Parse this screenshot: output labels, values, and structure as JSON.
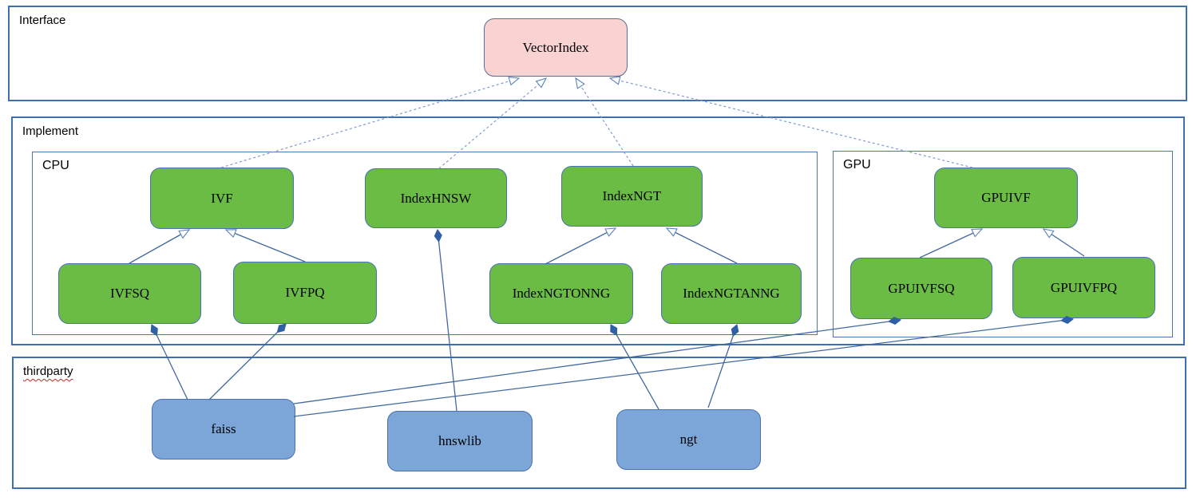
{
  "groups": {
    "interface": {
      "label": "Interface"
    },
    "implement": {
      "label": "Implement"
    },
    "cpu": {
      "label": "CPU"
    },
    "gpu": {
      "label": "GPU"
    },
    "thirdparty": {
      "label": "thirdparty"
    }
  },
  "nodes": {
    "vectorindex": {
      "label": "VectorIndex",
      "kind": "interface"
    },
    "ivf": {
      "label": "IVF",
      "kind": "cpu-implementation"
    },
    "indexhnsw": {
      "label": "IndexHNSW",
      "kind": "cpu-implementation"
    },
    "indexngt": {
      "label": "IndexNGT",
      "kind": "cpu-implementation"
    },
    "ivfsq": {
      "label": "IVFSQ",
      "kind": "cpu-implementation"
    },
    "ivfpq": {
      "label": "IVFPQ",
      "kind": "cpu-implementation"
    },
    "indexngtonng": {
      "label": "IndexNGTONNG",
      "kind": "cpu-implementation"
    },
    "indexngtanng": {
      "label": "IndexNGTANNG",
      "kind": "cpu-implementation"
    },
    "gpuivf": {
      "label": "GPUIVF",
      "kind": "gpu-implementation"
    },
    "gpuivfsq": {
      "label": "GPUIVFSQ",
      "kind": "gpu-implementation"
    },
    "gpuivfpq": {
      "label": "GPUIVFPQ",
      "kind": "gpu-implementation"
    },
    "faiss": {
      "label": "faiss",
      "kind": "thirdparty-library"
    },
    "hnswlib": {
      "label": "hnswlib",
      "kind": "thirdparty-library"
    },
    "ngt": {
      "label": "ngt",
      "kind": "thirdparty-library"
    }
  },
  "edges": [
    {
      "from": "IVF",
      "to": "VectorIndex",
      "type": "realization-dashed-hollow-arrow"
    },
    {
      "from": "IndexHNSW",
      "to": "VectorIndex",
      "type": "realization-dashed-hollow-arrow"
    },
    {
      "from": "IndexNGT",
      "to": "VectorIndex",
      "type": "realization-dashed-hollow-arrow"
    },
    {
      "from": "GPUIVF",
      "to": "VectorIndex",
      "type": "realization-dashed-hollow-arrow"
    },
    {
      "from": "IVFSQ",
      "to": "IVF",
      "type": "inheritance-hollow-arrow"
    },
    {
      "from": "IVFPQ",
      "to": "IVF",
      "type": "inheritance-hollow-arrow"
    },
    {
      "from": "IndexNGTONNG",
      "to": "IndexNGT",
      "type": "inheritance-hollow-arrow"
    },
    {
      "from": "IndexNGTANNG",
      "to": "IndexNGT",
      "type": "inheritance-hollow-arrow"
    },
    {
      "from": "GPUIVFSQ",
      "to": "GPUIVF",
      "type": "inheritance-hollow-arrow"
    },
    {
      "from": "GPUIVFPQ",
      "to": "GPUIVF",
      "type": "inheritance-hollow-arrow"
    },
    {
      "from": "faiss",
      "to": "IVFSQ",
      "type": "composition-filled-diamond"
    },
    {
      "from": "faiss",
      "to": "IVFPQ",
      "type": "composition-filled-diamond"
    },
    {
      "from": "faiss",
      "to": "GPUIVFSQ",
      "type": "composition-filled-diamond"
    },
    {
      "from": "faiss",
      "to": "GPUIVFPQ",
      "type": "composition-filled-diamond"
    },
    {
      "from": "hnswlib",
      "to": "IndexHNSW",
      "type": "composition-filled-diamond"
    },
    {
      "from": "ngt",
      "to": "IndexNGTONNG",
      "type": "composition-filled-diamond"
    },
    {
      "from": "ngt",
      "to": "IndexNGTANNG",
      "type": "composition-filled-diamond"
    }
  ],
  "colors": {
    "interface_fill": "#f8d3d1",
    "interface_border": "#5d6a96",
    "implementation_fill": "#6abc45",
    "thirdparty_fill": "#7ca6d8",
    "node_border": "#4a72b0",
    "group_border": "#3e6fae",
    "connector_solid": "#41699f",
    "connector_dashed": "#7e9bcd",
    "diamond_fill": "#2f5fa5",
    "spellcheck_squiggle": "#cc2222"
  }
}
